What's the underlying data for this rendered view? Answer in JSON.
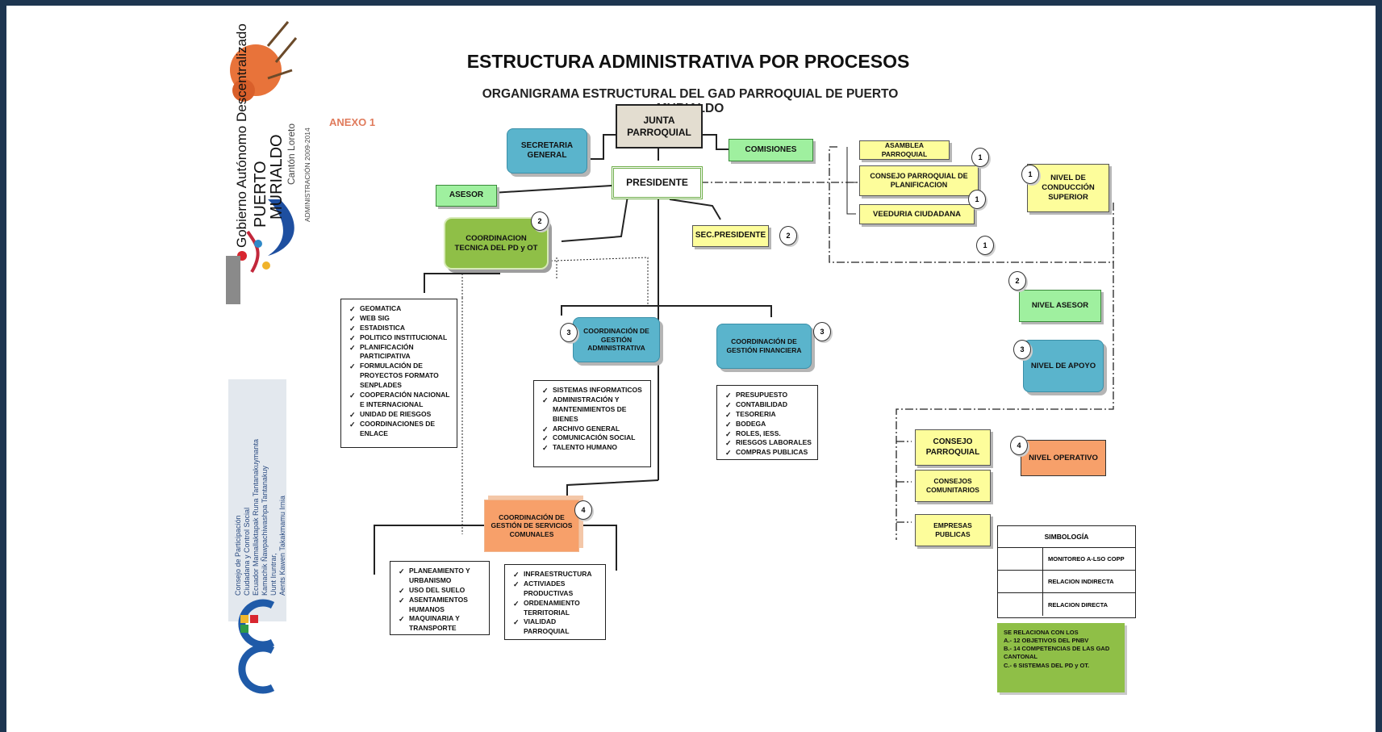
{
  "diagram": {
    "title": "ESTRUCTURA ADMINISTRATIVA POR PROCESOS",
    "subtitle": "ORGANIGRAMA ESTRUCTURAL DEL GAD PARROQUIAL DE PUERTO MURIALDO",
    "anexo": "ANEXO 1"
  },
  "logo_top": {
    "text_large": "Gobierno Autónomo Descentralizado",
    "text_place1": "PUERTO",
    "text_place2": "MURIALDO",
    "text_canton": "Cantón Loreto",
    "text_admin": "ADMINISTRACIÓN 2009-2014"
  },
  "logo_bottom": {
    "lines": [
      "Consejo de Participación",
      "Ciudadana y Control Social",
      "Ecuador Mamallaktapak Runa Tantanakuymanta",
      "Kamachik Ñawpachiwashpa Tantanakuy",
      "Uunt Iruntrar,",
      "Aents Kawen Takakmamu Irnia"
    ],
    "mark": "cpccs"
  },
  "nodes": {
    "junta": "JUNTA PARROQUIAL",
    "secretaria": "SECRETARIA GENERAL",
    "comisiones": "COMISIONES",
    "presidente": "PRESIDENTE",
    "asesor": "ASESOR",
    "coord_tecnica": "COORDINACION TECNICA DEL PD y OT",
    "sec_presidente": "SEC.PRESIDENTE",
    "asamblea": "ASAMBLEA PARROQUIAL",
    "consejo_planificacion": "CONSEJO PARROQUIAL DE PLANIFICACION",
    "veeduria": "VEEDURIA CIUDADANA",
    "coord_administrativa": "COORDINACIÓN DE GESTIÓN ADMINISTRATIVA",
    "coord_financiera": "COORDINACIÓN DE GESTIÓN FINANCIERA",
    "coord_comunales": "COORDINACIÓN DE GESTIÓN DE SERVICIOS COMUNALES",
    "consejo_parroquial": "CONSEJO PARROQUIAL",
    "consejos_comunitarios": "CONSEJOS COMUNITARIOS",
    "empresas_publicas": "EMPRESAS PUBLICAS"
  },
  "lists": {
    "tecnica": [
      "GEOMATICA",
      "WEB SIG",
      "ESTADISTICA",
      "POLITICO INSTITUCIONAL",
      "PLANIFICACIÓN PARTICIPATIVA",
      "FORMULACIÓN DE PROYECTOS FORMATO SENPLADES",
      "COOPERACIÓN NACIONAL E INTERNACIONAL",
      "UNIDAD DE RIESGOS",
      "COORDINACIONES DE ENLACE"
    ],
    "administrativa": [
      "SISTEMAS INFORMATICOS",
      "ADMINISTRACIÓN Y MANTENIMIENTOS DE BIENES",
      "ARCHIVO GENERAL",
      "COMUNICACIÓN SOCIAL",
      "TALENTO HUMANO"
    ],
    "financiera": [
      "PRESUPUESTO",
      "CONTABILIDAD",
      "TESORERIA",
      "BODEGA",
      "ROLES, IESS.",
      "RIESGOS LABORALES",
      "COMPRAS PUBLICAS"
    ],
    "comunales_a": [
      "PLANEAMIENTO Y URBANISMO",
      "USO DEL SUELO",
      "ASENTAMIENTOS HUMANOS",
      "MAQUINARIA Y TRANSPORTE"
    ],
    "comunales_b": [
      "INFRAESTRUCTURA",
      "ACTIVIADES PRODUCTIVAS",
      "ORDENAMIENTO TERRITORIAL",
      "VIALIDAD PARROQUIAL"
    ]
  },
  "levels": {
    "conduccion": {
      "num": "1",
      "label": "NIVEL DE CONDUCCIÓN SUPERIOR"
    },
    "asesor": {
      "num": "2",
      "label": "NIVEL ASESOR"
    },
    "apoyo": {
      "num": "3",
      "label": "NIVEL DE APOYO"
    },
    "operativo": {
      "num": "4",
      "label": "NIVEL OPERATIVO"
    }
  },
  "badges": {
    "coord_tecnica": "2",
    "sec_presidente": "2",
    "asamblea": "1",
    "consejo_planificacion": "1",
    "left_bracket": "1",
    "administrativa": "3",
    "financiera": "3",
    "comunales": "4"
  },
  "legend": {
    "title": "SIMBOLOGÍA",
    "items": [
      "MONITOREO A-LSO COPP",
      "RELACION INDIRECTA",
      "RELACION DIRECTA"
    ]
  },
  "note": {
    "lines": [
      "SE RELACIONA CON LOS",
      "A.- 12 OBJETIVOS DEL PNBV",
      "B.- 14 COMPETENCIAS DE LAS GAD CANTONAL",
      "C.- 6 SISTEMAS DEL PD y OT."
    ]
  },
  "colors": {
    "frame": "#1d3550",
    "yellow": "#fdfd9b",
    "green": "#9ff09f",
    "blue": "#5ab4cc",
    "olive": "#8fbf47",
    "orange": "#f7a06a",
    "note_bg": "#8fbf47",
    "title_red": "#e07b5c"
  }
}
